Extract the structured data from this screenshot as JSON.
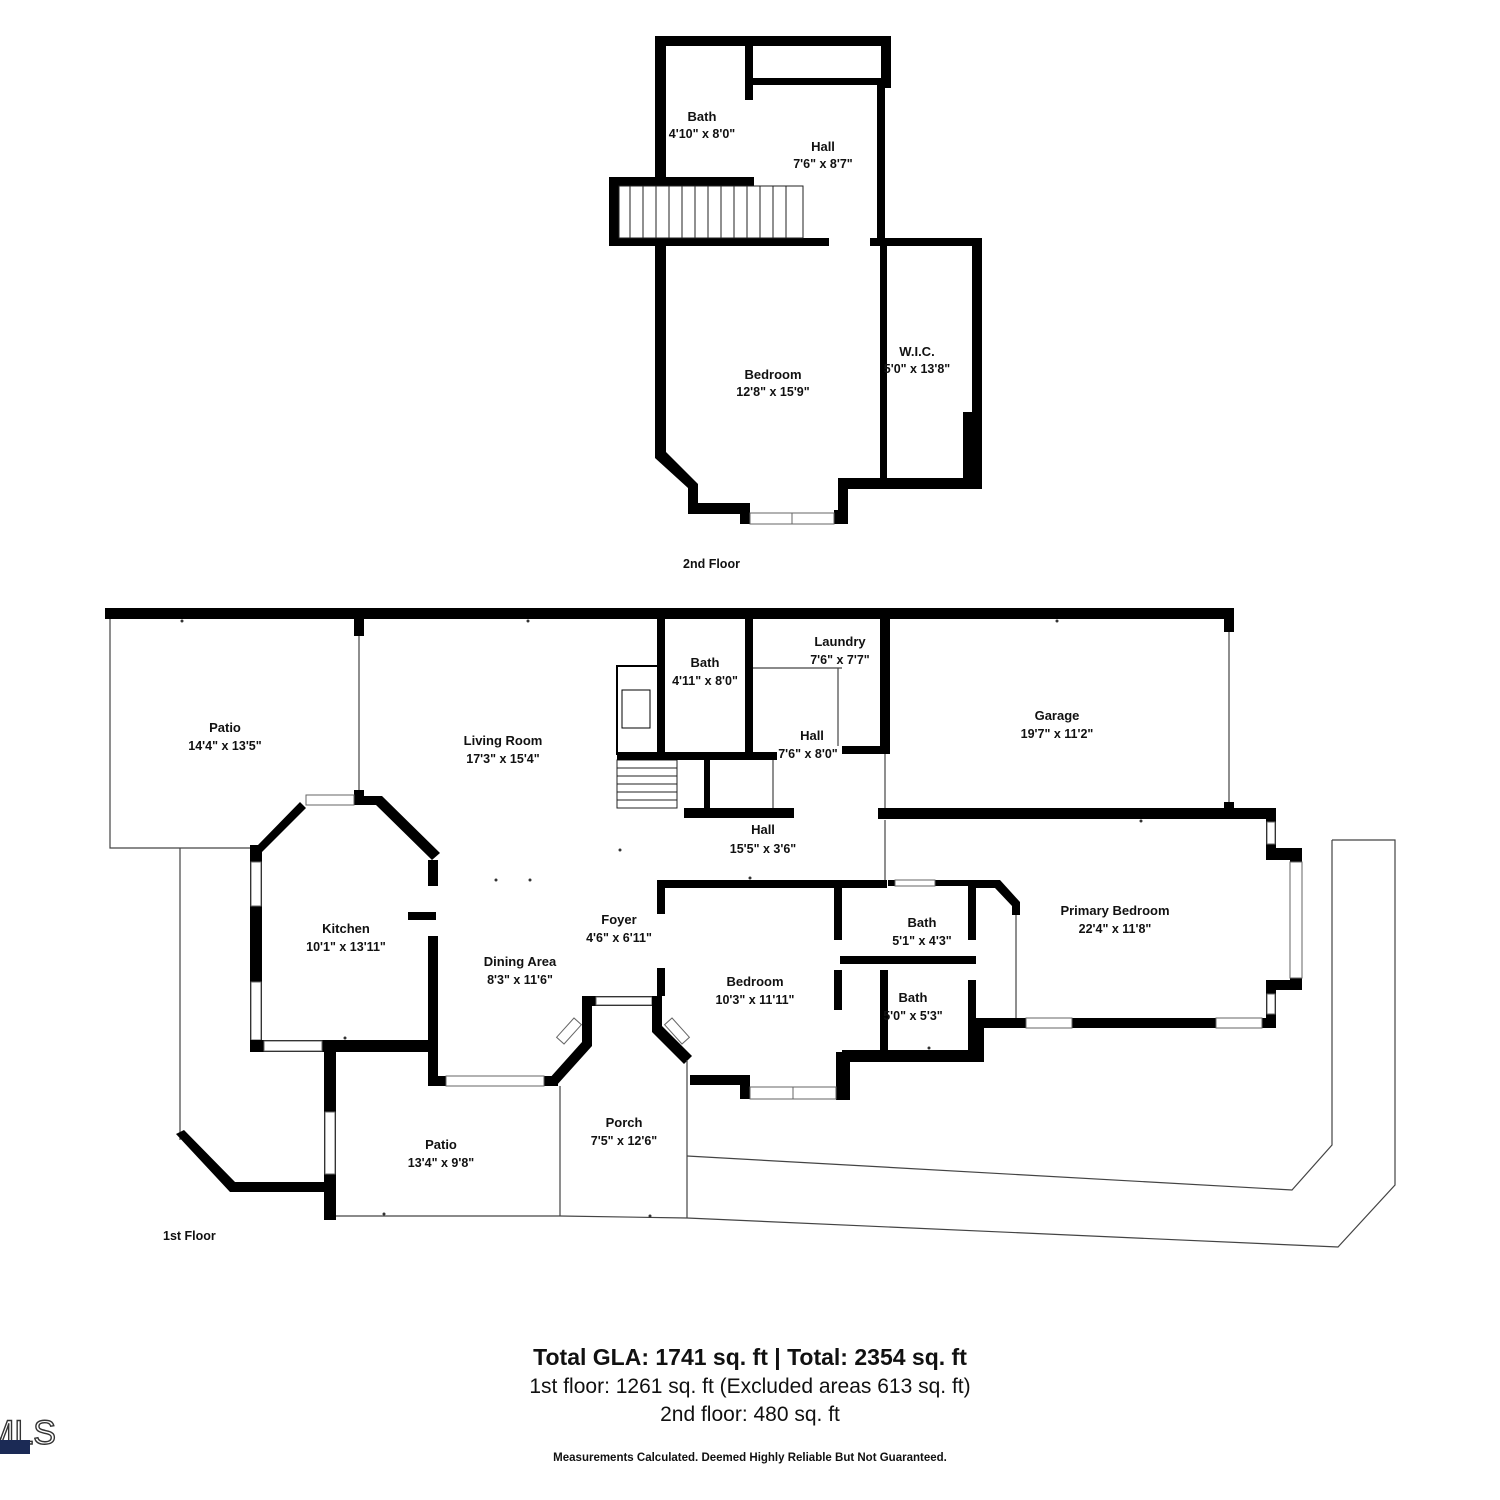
{
  "floors": {
    "second": {
      "label": "2nd Floor",
      "rooms": [
        {
          "name": "Bath",
          "dims": "4'10\" x 8'0\""
        },
        {
          "name": "Hall",
          "dims": "7'6\" x 8'7\""
        },
        {
          "name": "Bedroom",
          "dims": "12'8\" x 15'9\""
        },
        {
          "name": "W.I.C.",
          "dims": "5'0\" x 13'8\""
        }
      ]
    },
    "first": {
      "label": "1st Floor",
      "rooms": [
        {
          "name": "Patio",
          "dims": "14'4\" x 13'5\""
        },
        {
          "name": "Living Room",
          "dims": "17'3\" x 15'4\""
        },
        {
          "name": "Bath",
          "dims": "4'11\" x 8'0\""
        },
        {
          "name": "Laundry",
          "dims": "7'6\" x 7'7\""
        },
        {
          "name": "Hall",
          "dims": "7'6\" x 8'0\""
        },
        {
          "name": "Garage",
          "dims": "19'7\" x 11'2\""
        },
        {
          "name": "Hall",
          "dims": "15'5\" x 3'6\""
        },
        {
          "name": "Kitchen",
          "dims": "10'1\" x 13'11\""
        },
        {
          "name": "Dining Area",
          "dims": "8'3\" x 11'6\""
        },
        {
          "name": "Foyer",
          "dims": "4'6\" x 6'11\""
        },
        {
          "name": "Bedroom",
          "dims": "10'3\" x 11'11\""
        },
        {
          "name": "Bath",
          "dims": "5'1\" x 4'3\""
        },
        {
          "name": "Bath",
          "dims": "5'0\" x 5'3\""
        },
        {
          "name": "Primary Bedroom",
          "dims": "22'4\" x 11'8\""
        },
        {
          "name": "Patio",
          "dims": "13'4\" x 9'8\""
        },
        {
          "name": "Porch",
          "dims": "7'5\" x 12'6\""
        }
      ]
    }
  },
  "summary": {
    "total": "Total GLA: 1741 sq. ft | Total: 2354 sq. ft",
    "first_floor": "1st floor: 1261 sq. ft (Excluded areas 613 sq. ft)",
    "second_floor": "2nd floor: 480 sq. ft"
  },
  "disclaimer": "Measurements Calculated. Deemed Highly Reliable But Not Guaranteed.",
  "logo_text": "MLS"
}
